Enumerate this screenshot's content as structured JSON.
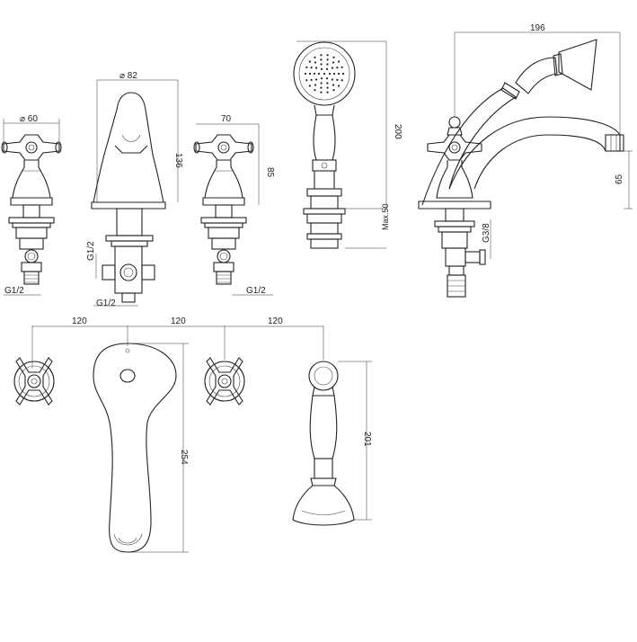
{
  "dimensions": {
    "handle_diameter": "⌀ 60",
    "spout_diameter": "⌀ 82",
    "spout_height": "136",
    "handle_spacing_right": "70",
    "handle_height": "85",
    "handshower_height": "200",
    "max_deck": "Max.50",
    "diverter_width": "196",
    "diverter_height": "65",
    "thread_left_valve": "G1/2",
    "thread_spout_side": "G1/2",
    "thread_spout_bottom": "G1/2",
    "thread_right_valve": "G1/2",
    "thread_diverter": "G3/8",
    "spacing_1": "120",
    "spacing_2": "120",
    "spacing_3": "120",
    "spout_length": "254",
    "holder_length": "201"
  }
}
